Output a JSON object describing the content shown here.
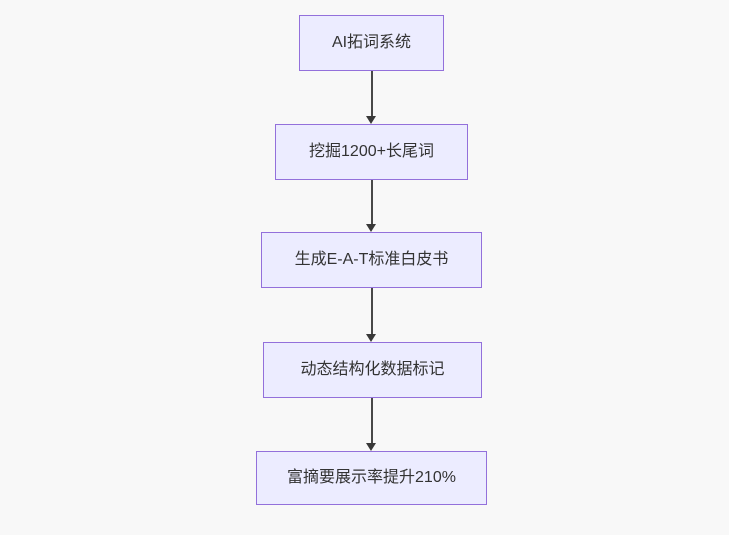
{
  "flowchart": {
    "type": "vertical-flowchart",
    "background_color": "#f8f8f8",
    "node_fill_color": "#ECECFF",
    "node_border_color": "#9370DB",
    "node_text_color": "#333333",
    "arrow_color": "#383838",
    "nodes": [
      {
        "id": "A",
        "label": "AI拓词系统"
      },
      {
        "id": "B",
        "label": "挖掘1200+长尾词"
      },
      {
        "id": "C",
        "label": "生成E-A-T标准白皮书"
      },
      {
        "id": "D",
        "label": "动态结构化数据标记"
      },
      {
        "id": "E",
        "label": "富摘要展示率提升210%"
      }
    ],
    "edges": [
      {
        "from": "A",
        "to": "B",
        "direction": "down"
      },
      {
        "from": "B",
        "to": "C",
        "direction": "down"
      },
      {
        "from": "C",
        "to": "D",
        "direction": "down"
      },
      {
        "from": "D",
        "to": "E",
        "direction": "down"
      }
    ]
  }
}
